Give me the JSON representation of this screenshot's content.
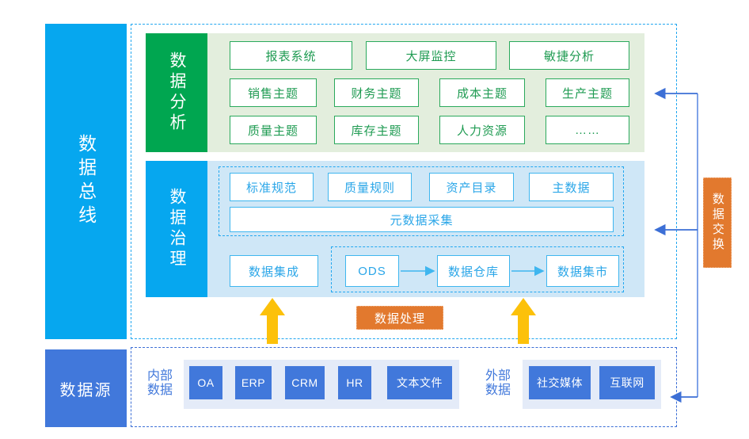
{
  "bus": {
    "label": "数据总线"
  },
  "data_source": {
    "label": "数据源",
    "internal": {
      "label": "内部\n数据",
      "items": [
        "OA",
        "ERP",
        "CRM",
        "HR",
        "文本文件"
      ]
    },
    "external": {
      "label": "外部\n数据",
      "items": [
        "社交媒体",
        "互联网"
      ]
    }
  },
  "analysis": {
    "tab_label": "数据分析",
    "row1": [
      "报表系统",
      "大屏监控",
      "敏捷分析"
    ],
    "row2": [
      "销售主题",
      "财务主题",
      "成本主题",
      "生产主题"
    ],
    "row3": [
      "质量主题",
      "库存主题",
      "人力资源",
      "……"
    ]
  },
  "governance": {
    "tab_label": "数据治理",
    "rules": [
      "标准规范",
      "质量规则",
      "资产目录",
      "主数据"
    ],
    "metadata": "元数据采集",
    "integration": "数据集成",
    "warehouse_flow": [
      "ODS",
      "数据仓库",
      "数据集市"
    ]
  },
  "exchange": {
    "label": "数据交换"
  },
  "processing": {
    "label": "数据处理"
  },
  "colors": {
    "bus_blue": "#06a7ef",
    "analysis_green": "#00a650",
    "analysis_panel": "#e3eedd",
    "governance_panel": "#cfe7f7",
    "source_blue": "#4178db",
    "source_group": "#e4ebf8",
    "orange": "#e2792e",
    "arrow_yellow": "#fcc10a",
    "arrow_blue": "#3c6fd6"
  }
}
